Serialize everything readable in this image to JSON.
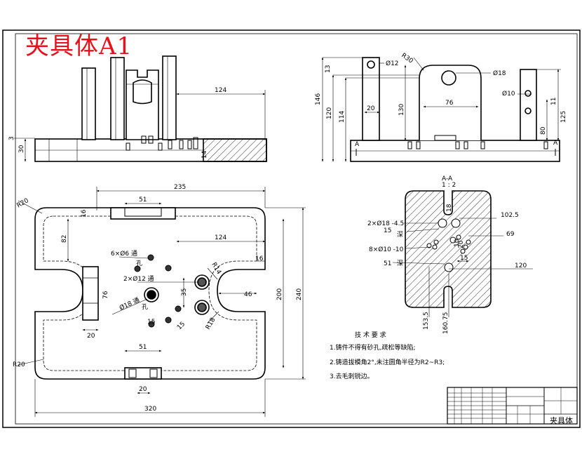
{
  "drawing": {
    "title": "夹具体A1",
    "title_block_name": "夹具体",
    "title_color": "#e8101a"
  },
  "front_view": {
    "dims": {
      "d124": "124",
      "d30": "30",
      "d3": "3",
      "d14": "14"
    }
  },
  "side_view": {
    "dims": {
      "r30": "R30",
      "d12": "Ø12",
      "d18": "Ø18",
      "d10": "Ø10",
      "h13": "13",
      "h146": "146",
      "h120": "120",
      "h114": "114",
      "w20": "20",
      "h130": "130",
      "w76": "76",
      "h11": "11",
      "h80": "80",
      "h125": "125"
    },
    "section_marks": [
      "A",
      "A"
    ]
  },
  "plan_view": {
    "dims": {
      "w235": "235",
      "w51top": "51",
      "w16a": "16",
      "r20a": "R20",
      "w82": "82",
      "w124": "124",
      "w16b": "16",
      "h200": "200",
      "h240": "240",
      "r14": "R14",
      "w46": "46",
      "h35": "35",
      "h76": "76",
      "w20a": "20",
      "w15a": "15",
      "w15b": "15",
      "r18": "R18",
      "w51bot": "51",
      "w20b": "20",
      "r20b": "R20",
      "w320": "320"
    },
    "notes": {
      "holes6": "6×Ø6 通",
      "holes6b": "孔",
      "holes2": "2×Ø12 通",
      "hole18": "Ø18 通",
      "hole18b": "孔"
    }
  },
  "section_view": {
    "title": "A-A",
    "scale": "1 : 2",
    "dims": {
      "c2x18": "2×Ø18 -4.5",
      "d15a": "15",
      "deep1": "深",
      "c8x10": "8×Ø10 -10",
      "d51": "51",
      "deep2": "深",
      "d1025": "102.5",
      "d69": "69",
      "d120": "120",
      "d15b": "15",
      "d20": "20",
      "d1535": "153.5",
      "d16075": "160.75",
      "d18v": "18",
      "d10v": "10"
    }
  },
  "tech_requirements": {
    "heading": "技 术 要 求",
    "items": [
      "1.铸件不得有砂孔,疏松等缺陷;",
      "2.铸造拔模角2°,未注圆角半径为R2~R3;",
      "3.去毛刺锐边。"
    ]
  }
}
